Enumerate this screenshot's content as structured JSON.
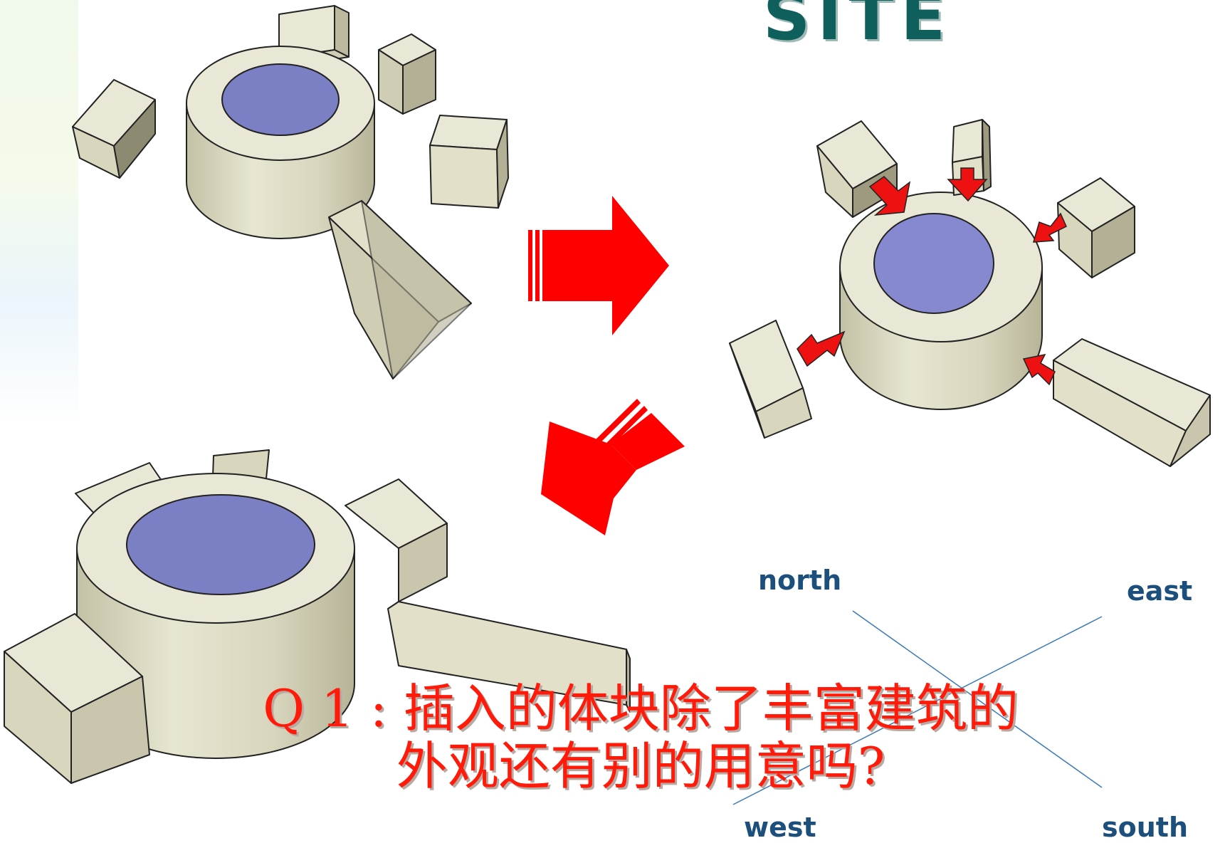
{
  "title": "SITE",
  "compass": {
    "north": "north",
    "east": "east",
    "west": "west",
    "south": "south"
  },
  "question": {
    "line1": "Q 1 : 插入的体块除了丰富建筑的",
    "line2": "外观还有别的用意吗?"
  },
  "colors": {
    "title": "#0f5f5c",
    "arrow": "#ff0000",
    "massing_face": "#e9e8d6",
    "massing_side": "#c9c6ad",
    "courtyard": "#7b7fc4",
    "question_text": "#ff1a0a",
    "compass_text": "#1c4f7c"
  }
}
